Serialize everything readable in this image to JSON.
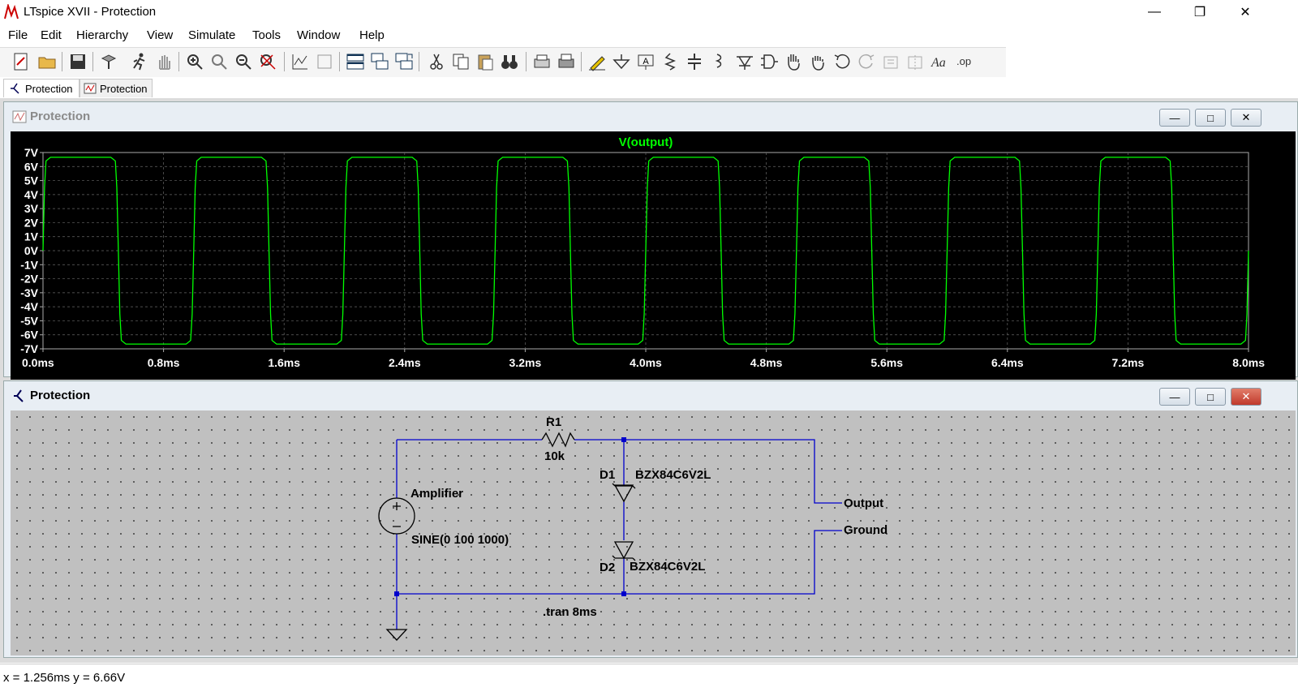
{
  "window": {
    "title": "LTspice XVII - Protection"
  },
  "menu": [
    "File",
    "Edit",
    "Hierarchy",
    "View",
    "Simulate",
    "Tools",
    "Window",
    "Help"
  ],
  "tabs": [
    {
      "label": "Protection",
      "icon": "schematic-icon"
    },
    {
      "label": "Protection",
      "icon": "waveform-icon"
    }
  ],
  "waveform_window": {
    "title": "Protection",
    "trace_label": "V(output)",
    "trace_color": "#00ff00"
  },
  "schematic_window": {
    "title": "Protection"
  },
  "chart_data": {
    "type": "line",
    "title": "V(output)",
    "xlabel": "",
    "ylabel": "",
    "xlim": [
      0,
      8
    ],
    "ylim": [
      -7,
      7
    ],
    "x_ticks": [
      "0.0ms",
      "0.8ms",
      "1.6ms",
      "2.4ms",
      "3.2ms",
      "4.0ms",
      "4.8ms",
      "5.6ms",
      "6.4ms",
      "7.2ms",
      "8.0ms"
    ],
    "y_ticks": [
      "7V",
      "6V",
      "5V",
      "4V",
      "3V",
      "2V",
      "1V",
      "0V",
      "-1V",
      "-2V",
      "-3V",
      "-4V",
      "-5V",
      "-6V",
      "-7V"
    ],
    "grid": true,
    "series": [
      {
        "name": "V(output)",
        "x": [
          0.0,
          0.01,
          0.02,
          0.05,
          0.45,
          0.48,
          0.49,
          0.5,
          0.51,
          0.52,
          0.55,
          0.95,
          0.98,
          0.99,
          1.0,
          1.01,
          1.02,
          1.05,
          1.45,
          1.48,
          1.49,
          1.5,
          1.51,
          1.52,
          1.55,
          1.95,
          1.98,
          1.99,
          2.0,
          2.01,
          2.02,
          2.05,
          2.45,
          2.48,
          2.49,
          2.5,
          2.51,
          2.52,
          2.55,
          2.95,
          2.98,
          2.99,
          3.0,
          3.01,
          3.02,
          3.05,
          3.45,
          3.48,
          3.49,
          3.5,
          3.51,
          3.52,
          3.55,
          3.95,
          3.98,
          3.99,
          4.0,
          4.01,
          4.02,
          4.05,
          4.45,
          4.48,
          4.49,
          4.5,
          4.51,
          4.52,
          4.55,
          4.95,
          4.98,
          4.99,
          5.0,
          5.01,
          5.02,
          5.05,
          5.45,
          5.48,
          5.49,
          5.5,
          5.51,
          5.52,
          5.55,
          5.95,
          5.98,
          5.99,
          6.0,
          6.01,
          6.02,
          6.05,
          6.45,
          6.48,
          6.49,
          6.5,
          6.51,
          6.52,
          6.55,
          6.95,
          6.98,
          6.99,
          7.0,
          7.01,
          7.02,
          7.05,
          7.45,
          7.48,
          7.49,
          7.5,
          7.51,
          7.52,
          7.55,
          7.95,
          7.98,
          7.99,
          8.0
        ],
        "y": [
          0,
          4.5,
          6.4,
          6.66,
          6.66,
          6.4,
          4.5,
          0,
          -4.5,
          -6.4,
          -6.66,
          -6.66,
          -6.4,
          -4.5,
          0,
          4.5,
          6.4,
          6.66,
          6.66,
          6.4,
          4.5,
          0,
          -4.5,
          -6.4,
          -6.66,
          -6.66,
          -6.4,
          -4.5,
          0,
          4.5,
          6.4,
          6.66,
          6.66,
          6.4,
          4.5,
          0,
          -4.5,
          -6.4,
          -6.66,
          -6.66,
          -6.4,
          -4.5,
          0,
          4.5,
          6.4,
          6.66,
          6.66,
          6.4,
          4.5,
          0,
          -4.5,
          -6.4,
          -6.66,
          -6.66,
          -6.4,
          -4.5,
          0,
          4.5,
          6.4,
          6.66,
          6.66,
          6.4,
          4.5,
          0,
          -4.5,
          -6.4,
          -6.66,
          -6.66,
          -6.4,
          -4.5,
          0,
          4.5,
          6.4,
          6.66,
          6.66,
          6.4,
          4.5,
          0,
          -4.5,
          -6.4,
          -6.66,
          -6.66,
          -6.4,
          -4.5,
          0,
          4.5,
          6.4,
          6.66,
          6.66,
          6.4,
          4.5,
          0,
          -4.5,
          -6.4,
          -6.66,
          -6.66,
          -6.4,
          -4.5,
          0,
          4.5,
          6.4,
          6.66,
          6.66,
          6.4,
          4.5,
          0,
          -4.5,
          -6.4,
          -6.66,
          -6.66,
          -6.4,
          -4.5,
          0
        ]
      }
    ]
  },
  "schematic": {
    "r1_name": "R1",
    "r1_value": "10k",
    "d1_name": "D1",
    "d1_model": "BZX84C6V2L",
    "d2_name": "D2",
    "d2_model": "BZX84C6V2L",
    "source_name": "Amplifier",
    "source_value": "SINE(0 100 1000)",
    "output_label": "Output",
    "ground_label": "Ground",
    "directive": ".tran 8ms",
    "wire_color": "#0000cc"
  },
  "status": {
    "text": "x = 1.256ms    y = 6.66V"
  }
}
